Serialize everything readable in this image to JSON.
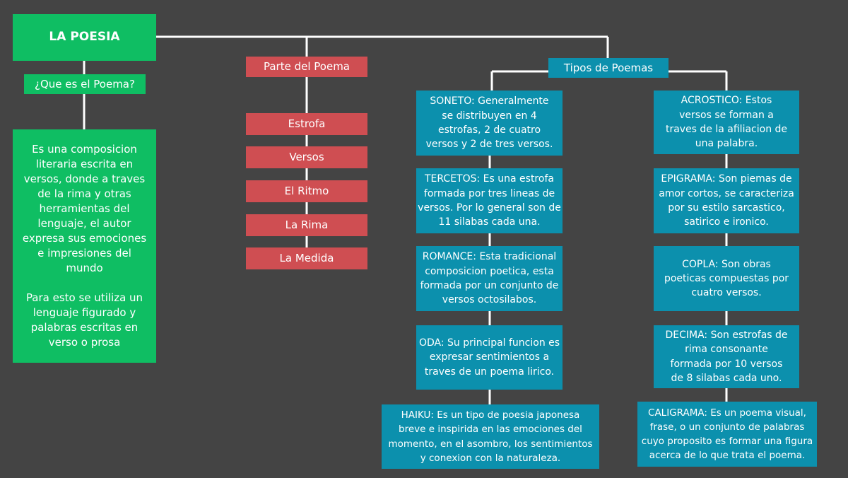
{
  "colors": {
    "background": "#444444",
    "green": "#0fbe63",
    "red": "#cf4e52",
    "teal": "#0c90ad",
    "connector": "#ffffff"
  },
  "root": {
    "title": "LA POESIA"
  },
  "definition": {
    "question": "¿Que es el Poema?",
    "answer": "Es una composicion\nliteraria escrita en\nversos, donde a traves\nde la rima y otras\nherramientas del\nlenguaje, el autor\nexpresa sus emociones\ne impresiones del\nmundo\n\nPara esto se utiliza un\nlenguaje figurado y\npalabras escritas en\nverso o prosa"
  },
  "parts": {
    "header": "Parte del Poema",
    "items": [
      "Estrofa",
      "Versos",
      "El Ritmo",
      "La Rima",
      "La Medida"
    ]
  },
  "types": {
    "header": "Tipos de Poemas",
    "left": [
      "SONETO: Generalmente\nse distribuyen en 4\nestrofas, 2 de cuatro\nversos y 2 de tres versos.",
      "TERCETOS: Es una estrofa\nformada por tres lineas de\nversos. Por lo general son de\n11 silabas cada una.",
      "ROMANCE: Esta tradicional\ncomposicion poetica, esta\nformada por un conjunto de\nversos octosilabos.",
      "ODA: Su principal funcion es\nexpresar sentimientos a\ntraves de un poema lirico.",
      "HAIKU: Es un tipo de poesia  japonesa\nbreve e inspirida en las emociones del\nmomento, en el asombro, los sentimientos\ny conexion con la naturaleza."
    ],
    "right": [
      "ACROSTICO: Estos\nversos se forman a\ntraves de la afiliacion de\nuna palabra.",
      "EPIGRAMA: Son piemas de\namor cortos, se caracteriza\npor su estilo sarcastico,\nsatirico e ironico.",
      "COPLA: Son obras\npoeticas compuestas por\ncuatro versos.",
      "DECIMA: Son estrofas de\nrima consonante\nformada por 10 versos\nde 8 silabas cada uno.",
      "CALIGRAMA: Es un poema visual,\nfrase, o un conjunto de palabras\ncuyo proposito es formar una figura\nacerca de lo que trata el poema."
    ]
  }
}
